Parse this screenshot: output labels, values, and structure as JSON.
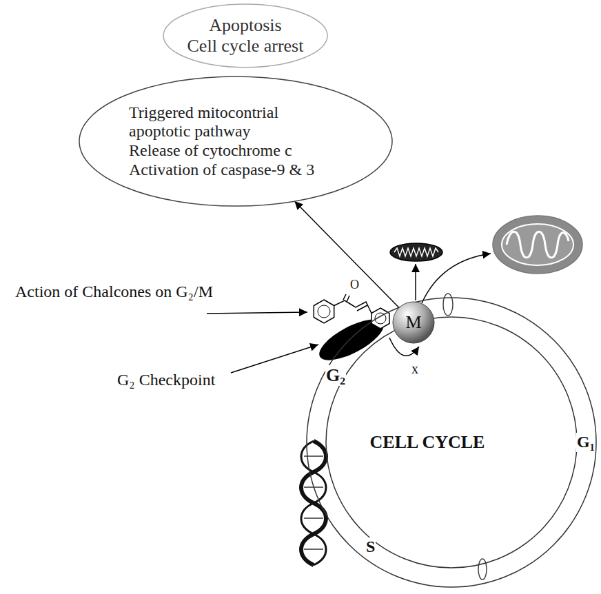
{
  "diagram": {
    "nodes": [
      {
        "text": [
          "Apoptosis",
          "Cell cycle arrest"
        ]
      },
      {
        "text": [
          "Triggered mitocontrial apoptotic pathway",
          "Release of cytochrome c",
          "Activation of caspase-9 & 3"
        ]
      },
      {
        "text": [
          "CELL CYCLE"
        ]
      },
      {
        "text": [
          "M"
        ]
      }
    ],
    "edges": [
      {
        "from": 3,
        "to": 1,
        "arrow": "to"
      }
    ],
    "labels": [
      "Action of Chalcones on G₂/M",
      "O",
      "G₂ Checkpoint",
      "x",
      "G₂",
      "G₁",
      "S"
    ]
  }
}
